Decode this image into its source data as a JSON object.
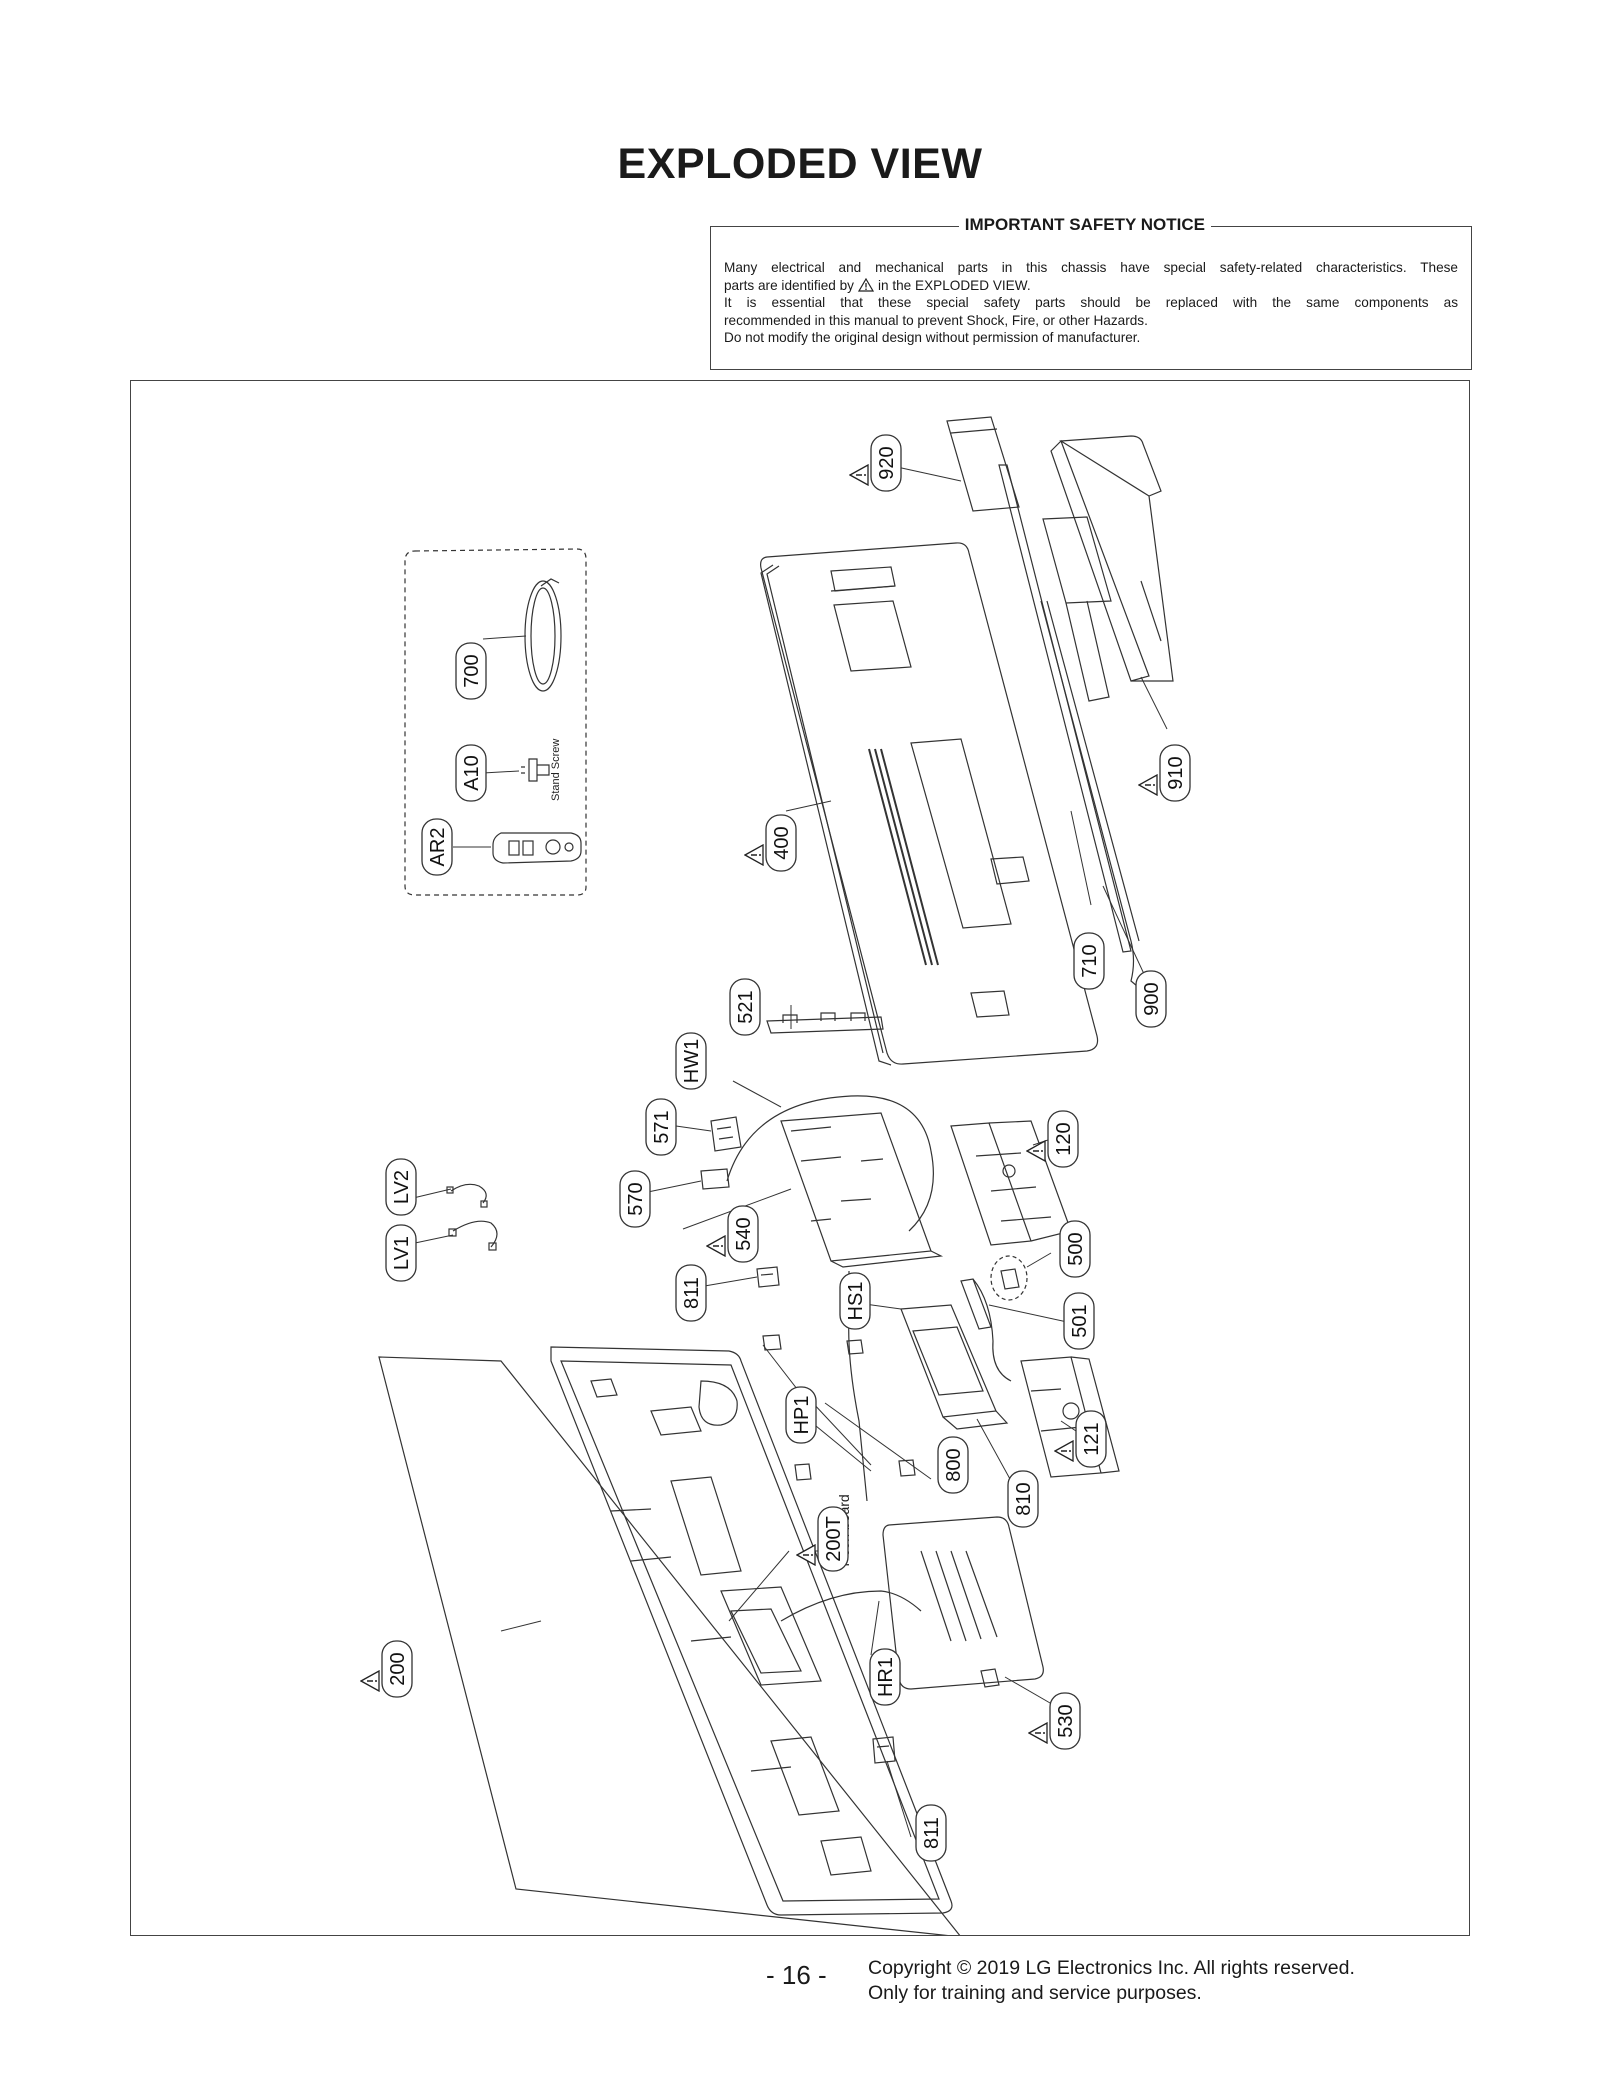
{
  "page": {
    "title": "EXPLODED VIEW",
    "page_number": "- 16 -",
    "copyright_line1": "Copyright © 2019 LG Electronics Inc. All rights reserved.",
    "copyright_line2": "Only for training and service purposes."
  },
  "notice": {
    "title": "IMPORTANT SAFETY NOTICE",
    "line1": "Many electrical and mechanical parts in this chassis have special safety-related characteristics. These",
    "line2_a": "parts are identified by",
    "line2_b": "in the EXPLODED VIEW.",
    "line3": "It is essential that these special safety parts should be replaced with the same components as",
    "line4": "recommended in this manual to prevent Shock, Fire, or other Hazards.",
    "line5": "Do not modify the original design without permission of manufacturer."
  },
  "diagram": {
    "labels": {
      "stand_screw": "Stand Screw",
      "tcon_board": "T-con board"
    },
    "callouts": [
      {
        "id": "c920",
        "label": "920",
        "safety": true
      },
      {
        "id": "c910",
        "label": "910",
        "safety": true
      },
      {
        "id": "c400",
        "label": "400",
        "safety": true
      },
      {
        "id": "c710",
        "label": "710",
        "safety": false
      },
      {
        "id": "c900",
        "label": "900",
        "safety": false
      },
      {
        "id": "c700",
        "label": "700",
        "safety": false
      },
      {
        "id": "cA10",
        "label": "A10",
        "safety": false
      },
      {
        "id": "cAR2",
        "label": "AR2",
        "safety": false
      },
      {
        "id": "c521",
        "label": "521",
        "safety": false
      },
      {
        "id": "cHW1",
        "label": "HW1",
        "safety": false
      },
      {
        "id": "c571",
        "label": "571",
        "safety": false
      },
      {
        "id": "c570",
        "label": "570",
        "safety": false
      },
      {
        "id": "cLV2",
        "label": "LV2",
        "safety": false
      },
      {
        "id": "cLV1",
        "label": "LV1",
        "safety": false
      },
      {
        "id": "c540",
        "label": "540",
        "safety": true
      },
      {
        "id": "c120",
        "label": "120",
        "safety": true
      },
      {
        "id": "c500",
        "label": "500",
        "safety": false
      },
      {
        "id": "c811a",
        "label": "811",
        "safety": false
      },
      {
        "id": "cHS1",
        "label": "HS1",
        "safety": false
      },
      {
        "id": "c501",
        "label": "501",
        "safety": false
      },
      {
        "id": "cHP1",
        "label": "HP1",
        "safety": false
      },
      {
        "id": "c800",
        "label": "800",
        "safety": false
      },
      {
        "id": "c121",
        "label": "121",
        "safety": true
      },
      {
        "id": "c810",
        "label": "810",
        "safety": false
      },
      {
        "id": "c200T",
        "label": "200T",
        "safety": true
      },
      {
        "id": "c200",
        "label": "200",
        "safety": true
      },
      {
        "id": "cHR1",
        "label": "HR1",
        "safety": false
      },
      {
        "id": "c530",
        "label": "530",
        "safety": true
      },
      {
        "id": "c811b",
        "label": "811",
        "safety": false
      }
    ]
  }
}
